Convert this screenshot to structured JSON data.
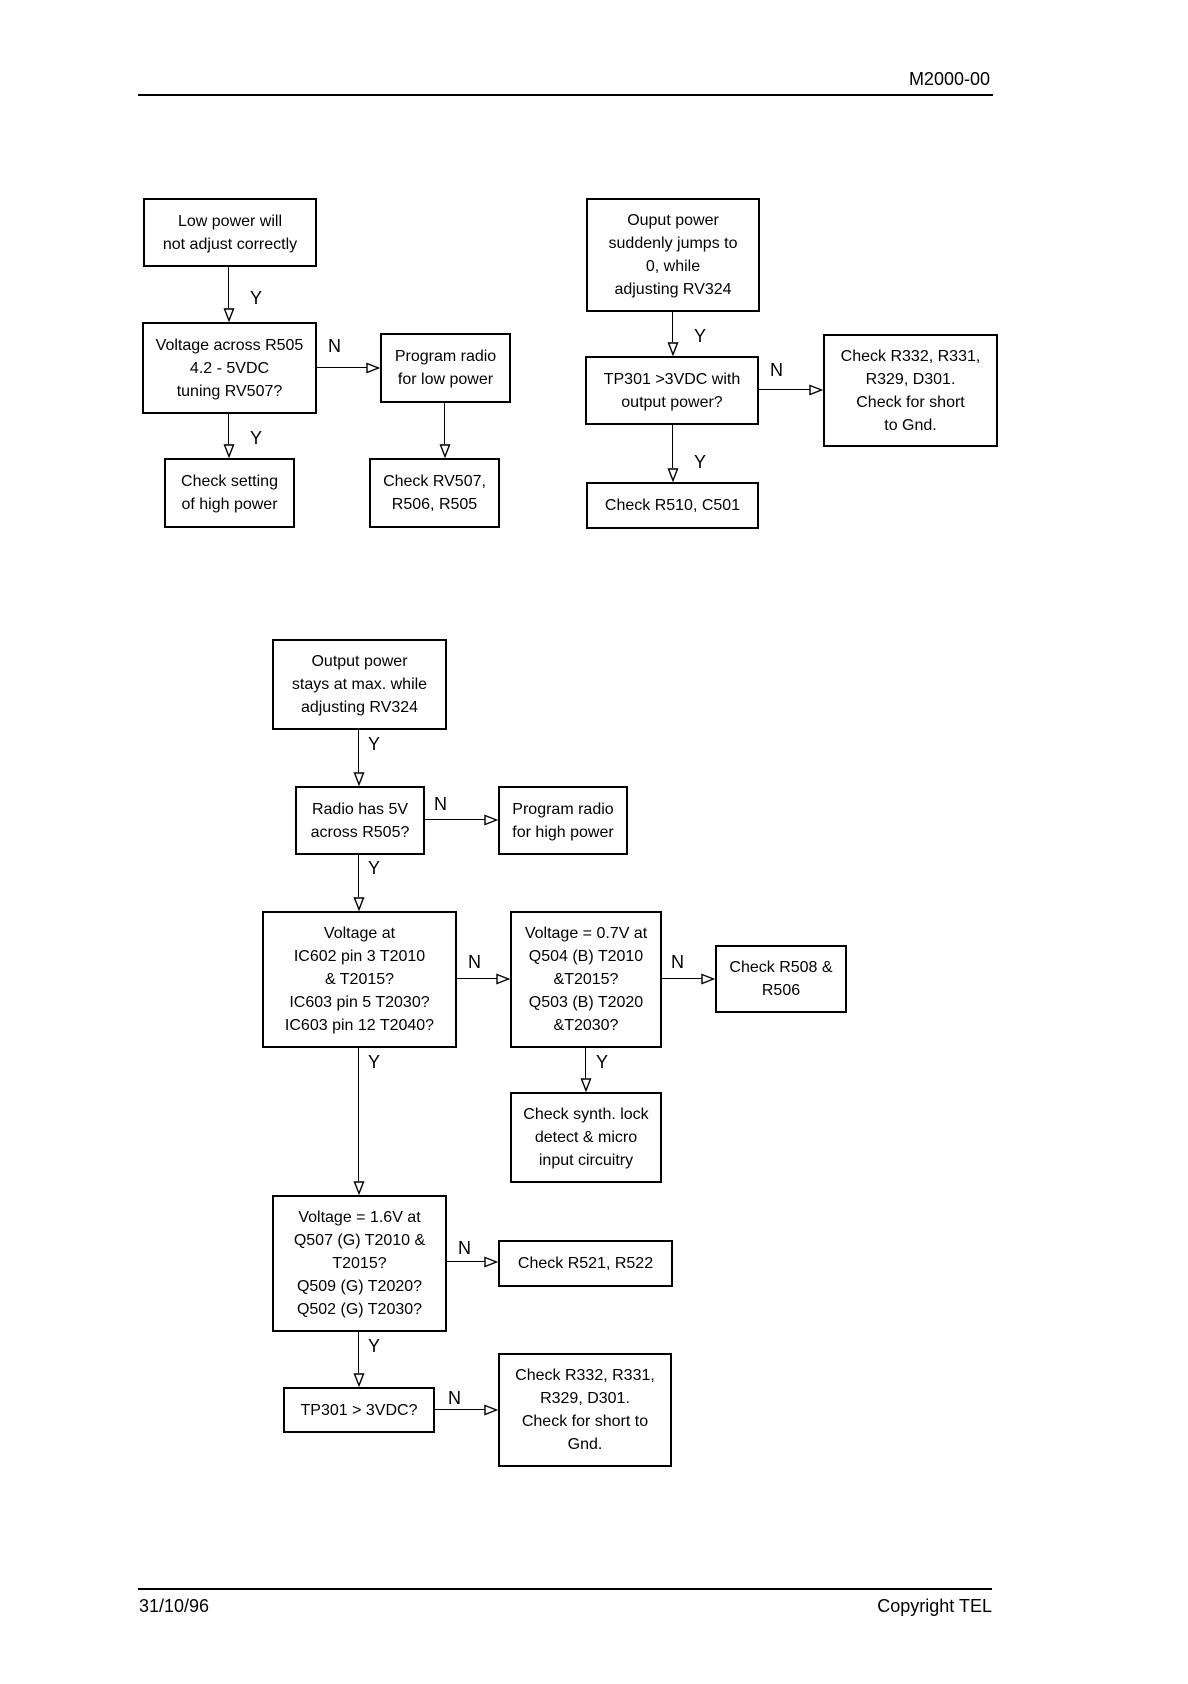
{
  "page": {
    "header": {
      "doc_number": "M2000-00"
    },
    "footer": {
      "date": "31/10/96",
      "copyright": "Copyright TEL"
    }
  },
  "labels": {
    "yes": "Y",
    "no": "N"
  },
  "flowcharts": {
    "low_power": {
      "nodes": {
        "start": "Low power will\nnot adjust correctly",
        "voltage_r505_q": "Voltage across R505\n4.2 - 5VDC\ntuning RV507?",
        "program_low": "Program radio\nfor low power",
        "check_high_power_setting": "Check setting\nof high power",
        "check_rv507": "Check RV507,\nR506, R505"
      }
    },
    "output_jumps": {
      "nodes": {
        "start": "Ouput power\nsuddenly jumps to\n0, while\nadjusting RV324",
        "tp301_q": "TP301 >3VDC with\noutput power?",
        "check_r332": "Check R332, R331,\nR329, D301.\nCheck for short\nto Gnd.",
        "check_r510": "Check R510, C501"
      }
    },
    "output_max": {
      "nodes": {
        "start": "Output power\nstays at max. while\nadjusting RV324",
        "radio_5v_q": "Radio has 5V\nacross R505?",
        "program_high": "Program radio\nfor high power",
        "voltage_ic_q": "Voltage at\nIC602 pin 3 T2010\n& T2015?\nIC603 pin 5 T2030?\nIC603 pin 12 T2040?",
        "voltage_07_q": "Voltage = 0.7V at\nQ504 (B) T2010\n&T2015?\nQ503 (B) T2020\n&T2030?",
        "check_r508": "Check R508 &\nR506",
        "check_synth": "Check synth. lock\ndetect & micro\ninput circuitry",
        "voltage_16_q": "Voltage = 1.6V at\nQ507 (G) T2010 &\nT2015?\nQ509 (G) T2020?\nQ502 (G) T2030?",
        "check_r521": "Check R521, R522",
        "tp301_q": "TP301 > 3VDC?",
        "check_r332": "Check R332, R331,\nR329, D301.\nCheck for short to\nGnd."
      }
    }
  }
}
